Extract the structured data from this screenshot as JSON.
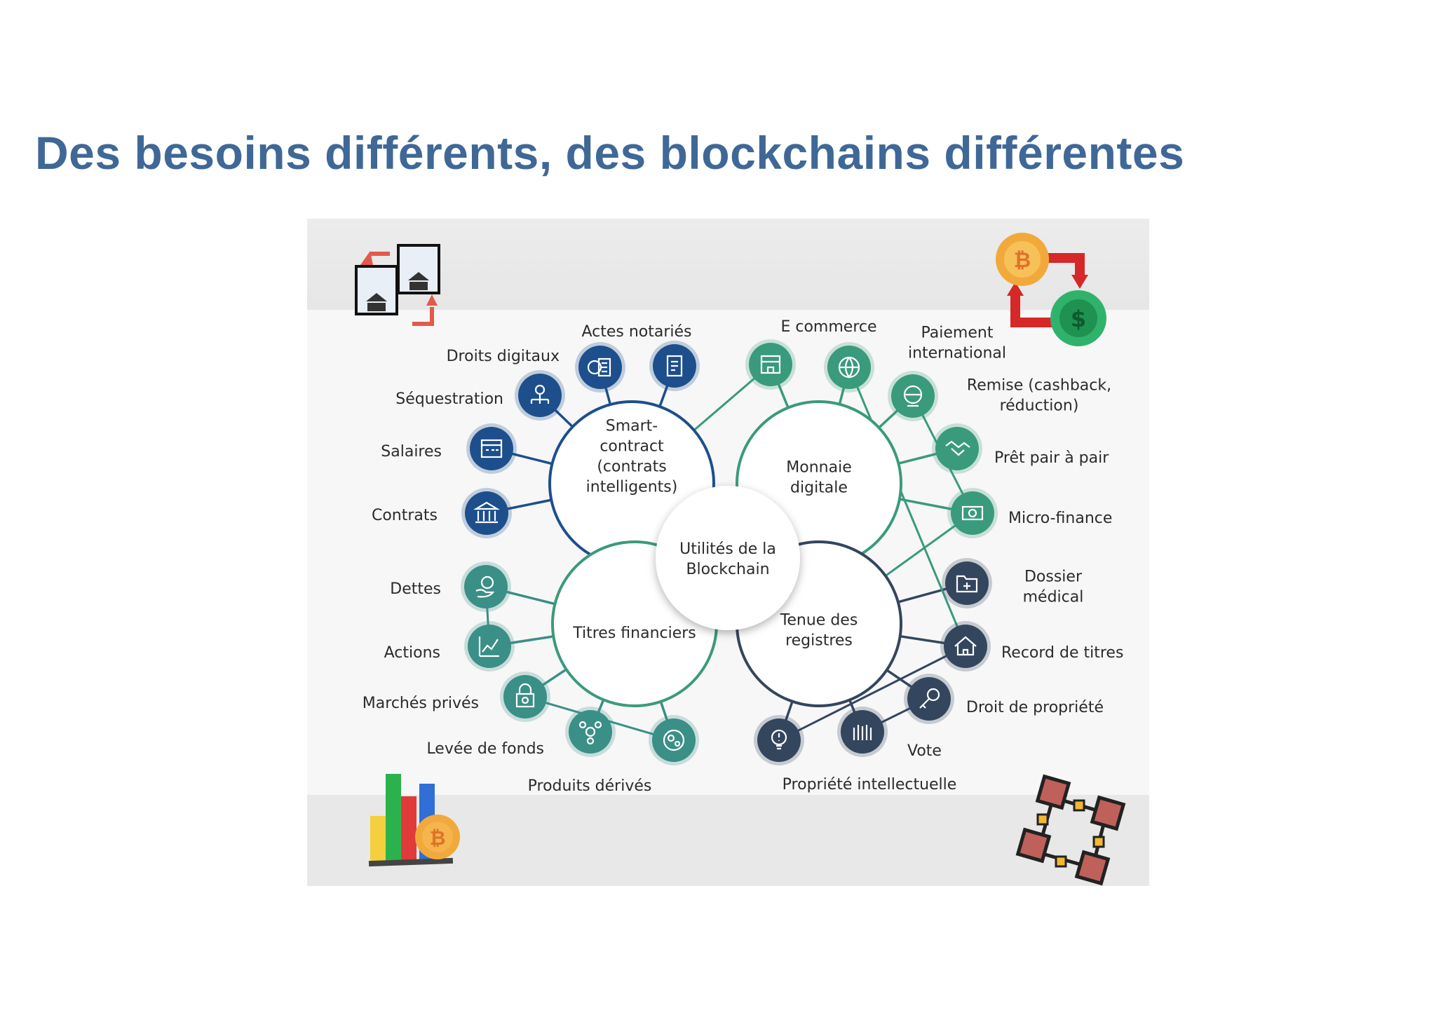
{
  "title": "Des besoins différents, des blockchains différentes",
  "diagram": {
    "center": {
      "lines": [
        "Utilités de la",
        "Blockchain"
      ]
    },
    "hubs": [
      {
        "id": "smart",
        "lines": [
          "Smart-",
          "contract",
          "(contrats",
          "intelligents)"
        ],
        "color": "#1d4f8c"
      },
      {
        "id": "monnaie",
        "lines": [
          "Monnaie",
          "digitale"
        ],
        "color": "#3a9a7c"
      },
      {
        "id": "titres",
        "lines": [
          "Titres financiers"
        ],
        "color": "#3a9a7c"
      },
      {
        "id": "registres",
        "lines": [
          "Tenue des",
          "registres"
        ],
        "color": "#34465e"
      }
    ],
    "nodes": [
      {
        "id": "actes",
        "lines": [
          "Actes notariés"
        ],
        "icon": "document-icon",
        "hub": "smart"
      },
      {
        "id": "droits-digitaux",
        "lines": [
          "Droits digitaux"
        ],
        "icon": "money-server-icon",
        "hub": "smart"
      },
      {
        "id": "sequestration",
        "lines": [
          "Séquestration"
        ],
        "icon": "network-person-icon",
        "hub": "smart"
      },
      {
        "id": "salaires",
        "lines": [
          "Salaires"
        ],
        "icon": "calendar-icon",
        "hub": "smart"
      },
      {
        "id": "contrats",
        "lines": [
          "Contrats"
        ],
        "icon": "bank-icon",
        "hub": "smart"
      },
      {
        "id": "dettes",
        "lines": [
          "Dettes"
        ],
        "icon": "hand-coin-icon",
        "hub": "titres"
      },
      {
        "id": "actions",
        "lines": [
          "Actions"
        ],
        "icon": "chart-up-icon",
        "hub": "titres"
      },
      {
        "id": "marches-prives",
        "lines": [
          "Marchés privés"
        ],
        "icon": "lock-gear-icon",
        "hub": "titres"
      },
      {
        "id": "levee",
        "lines": [
          "Levée de fonds"
        ],
        "icon": "people-coin-icon",
        "hub": "titres"
      },
      {
        "id": "produits",
        "lines": [
          "Produits dérivés"
        ],
        "icon": "atom-icon",
        "hub": "titres"
      },
      {
        "id": "ecommerce",
        "lines": [
          "E commerce"
        ],
        "icon": "shop-icon",
        "hub": "monnaie"
      },
      {
        "id": "paiement",
        "lines": [
          "Paiement",
          "international"
        ],
        "icon": "globe-icon",
        "hub": "monnaie"
      },
      {
        "id": "remise",
        "lines": [
          "Remise (cashback,",
          "réduction)"
        ],
        "icon": "globe-hand-icon",
        "hub": "monnaie"
      },
      {
        "id": "pret",
        "lines": [
          "Prêt pair à pair"
        ],
        "icon": "handshake-icon",
        "hub": "monnaie"
      },
      {
        "id": "micro",
        "lines": [
          "Micro-finance"
        ],
        "icon": "cash-icon",
        "hub": "monnaie"
      },
      {
        "id": "dossier",
        "lines": [
          "Dossier",
          "médical"
        ],
        "icon": "medical-folder-icon",
        "hub": "registres"
      },
      {
        "id": "record",
        "lines": [
          "Record de titres"
        ],
        "icon": "house-icon",
        "hub": "registres"
      },
      {
        "id": "droit-propriete",
        "lines": [
          "Droit de propriété"
        ],
        "icon": "key-icon",
        "hub": "registres"
      },
      {
        "id": "vote",
        "lines": [
          "Vote"
        ],
        "icon": "raised-hands-icon",
        "hub": "registres"
      },
      {
        "id": "propriete-intel",
        "lines": [
          "Propriété intellectuelle"
        ],
        "icon": "lightbulb-icon",
        "hub": "registres"
      }
    ],
    "colors": {
      "smart": "#1d4f8c",
      "green": "#3a9a7c",
      "teal": "#3a8f87",
      "dark": "#34465e"
    }
  }
}
